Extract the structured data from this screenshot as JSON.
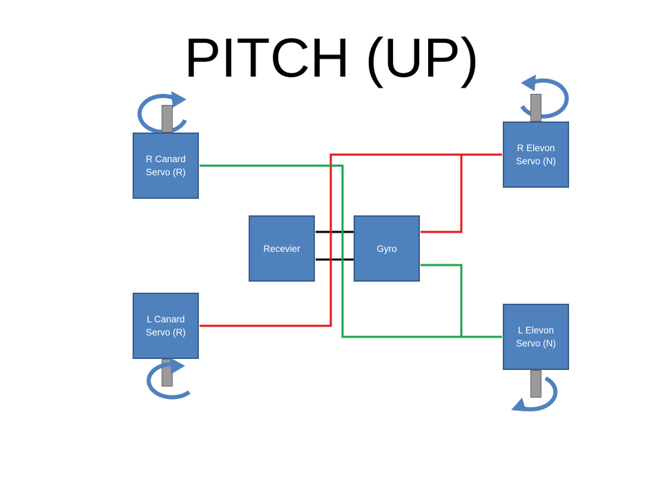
{
  "title": "PITCH (UP)",
  "colors": {
    "box_fill": "#4f81bd",
    "box_border": "#385d8a",
    "wire_red": "#e31a1c",
    "wire_green": "#1aa34a",
    "wire_black": "#000000",
    "rotation_arrow": "#4f81bd",
    "shaft": "#9a9a9a"
  },
  "nodes": {
    "r_canard": {
      "line1": "R Canard",
      "line2": "Servo (R)"
    },
    "l_canard": {
      "line1": "L Canard",
      "line2": "Servo (R)"
    },
    "receiver": {
      "line1": "Recevier"
    },
    "gyro": {
      "line1": "Gyro"
    },
    "r_elevon": {
      "line1": "R Elevon",
      "line2": "Servo (N)"
    },
    "l_elevon": {
      "line1": "L Elevon",
      "line2": "Servo (N)"
    }
  },
  "rotation_icons": {
    "r_canard": "clockwise-arrow-icon",
    "l_canard": "clockwise-arrow-icon",
    "r_elevon": "counterclockwise-arrow-icon",
    "l_elevon": "counterclockwise-arrow-icon"
  }
}
